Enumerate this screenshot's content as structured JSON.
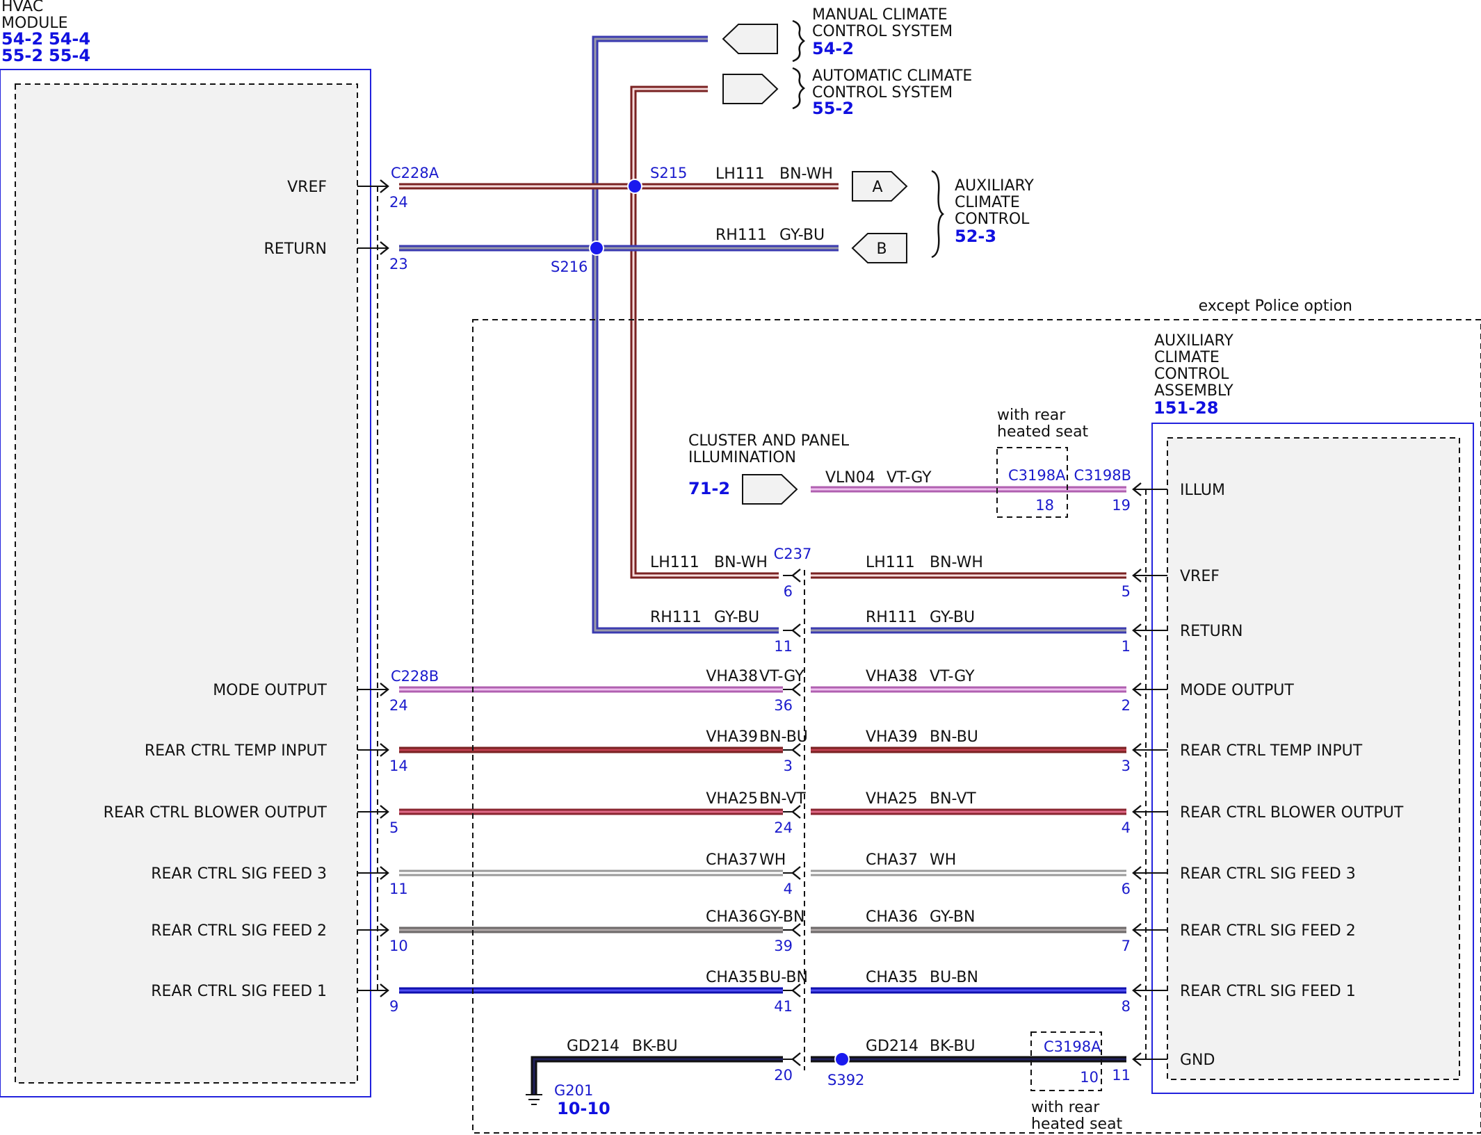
{
  "colors": {
    "BN-WH": [
      "#7a2222",
      "#f4dada"
    ],
    "GY-BU": [
      "#3b3bb0",
      "#9a9aa8"
    ],
    "VT-GY": [
      "#b060b0",
      "#eec0ee"
    ],
    "BN-BU": [
      "#7a2222",
      "#c04050"
    ],
    "BN-VT": [
      "#8a2530",
      "#e06a88"
    ],
    "WH": [
      "#9a9a9a",
      "#ffffff"
    ],
    "GY-BN": [
      "#6e6a6a",
      "#b0a8a8"
    ],
    "BU-BN": [
      "#1010b0",
      "#5050f0"
    ],
    "BK-BU": [
      "#111111",
      "#20205a"
    ],
    "ref_blue": "#1010e0",
    "splice_blue": "#1a1aee"
  },
  "hvac_module": {
    "title_lines": [
      "HVAC",
      "MODULE"
    ],
    "refs_row1": [
      "54-2",
      "54-4"
    ],
    "refs_row2": [
      "55-2",
      "55-4"
    ],
    "pins": [
      {
        "label": "VREF",
        "cav": "24",
        "connector": "C228A"
      },
      {
        "label": "RETURN",
        "cav": "23"
      },
      {
        "label": "MODE OUTPUT",
        "cav": "24",
        "connector": "C228B"
      },
      {
        "label": "REAR CTRL TEMP INPUT",
        "cav": "14"
      },
      {
        "label": "REAR CTRL BLOWER OUTPUT",
        "cav": "5"
      },
      {
        "label": "REAR CTRL SIG FEED 3",
        "cav": "11"
      },
      {
        "label": "REAR CTRL SIG FEED 2",
        "cav": "10"
      },
      {
        "label": "REAR CTRL SIG FEED 1",
        "cav": "9"
      }
    ]
  },
  "offpage": {
    "manual": {
      "lines": [
        "MANUAL CLIMATE",
        "CONTROL SYSTEM"
      ],
      "ref": "54-2"
    },
    "automatic": {
      "lines": [
        "AUTOMATIC CLIMATE",
        "CONTROL SYSTEM"
      ],
      "ref": "55-2"
    },
    "auxiliary": {
      "lines": [
        "AUXILIARY",
        "CLIMATE",
        "CONTROL"
      ],
      "ref": "52-3",
      "conn_a": "A",
      "conn_b": "B"
    },
    "cluster": {
      "lines": [
        "CLUSTER AND PANEL",
        "ILLUMINATION"
      ],
      "ref": "71-2"
    }
  },
  "splices": {
    "s215": "S215",
    "s216": "S216",
    "s392": "S392"
  },
  "top_wires": {
    "lh": {
      "circuit": "LH111",
      "color": "BN-WH"
    },
    "rh": {
      "circuit": "RH111",
      "color": "GY-BU"
    }
  },
  "police_note": "except Police option",
  "aux_assembly": {
    "title_lines": [
      "AUXILIARY",
      "CLIMATE",
      "CONTROL",
      "ASSEMBLY"
    ],
    "ref": "151-28",
    "pins": [
      {
        "label": "ILLUM",
        "cav": "19",
        "connector": "C3198B"
      },
      {
        "label": "VREF",
        "cav": "5"
      },
      {
        "label": "RETURN",
        "cav": "1"
      },
      {
        "label": "MODE OUTPUT",
        "cav": "2"
      },
      {
        "label": "REAR CTRL TEMP INPUT",
        "cav": "3"
      },
      {
        "label": "REAR CTRL BLOWER OUTPUT",
        "cav": "4"
      },
      {
        "label": "REAR CTRL SIG FEED 3",
        "cav": "6"
      },
      {
        "label": "REAR CTRL SIG FEED 2",
        "cav": "7"
      },
      {
        "label": "REAR CTRL SIG FEED 1",
        "cav": "8"
      },
      {
        "label": "GND",
        "cav": "11"
      }
    ]
  },
  "illum": {
    "circuit": "VLN04",
    "color": "VT-GY",
    "note_lines": [
      "with rear",
      "heated seat"
    ],
    "c3198a": "C3198A",
    "c3198a_cav": "18"
  },
  "c237": {
    "name": "C237",
    "rows": [
      {
        "circuit": "LH111",
        "color": "BN-WH",
        "cav": "6"
      },
      {
        "circuit": "RH111",
        "color": "GY-BU",
        "cav": "11"
      },
      {
        "circuit": "VHA38",
        "color": "VT-GY",
        "cav": "36"
      },
      {
        "circuit": "VHA39",
        "color": "BN-BU",
        "cav": "3"
      },
      {
        "circuit": "VHA25",
        "color": "BN-VT",
        "cav": "24"
      },
      {
        "circuit": "CHA37",
        "color": "WH",
        "cav": "4"
      },
      {
        "circuit": "CHA36",
        "color": "GY-BN",
        "cav": "39"
      },
      {
        "circuit": "CHA35",
        "color": "BU-BN",
        "cav": "41"
      },
      {
        "circuit": "GD214",
        "color": "BK-BU",
        "cav": "20"
      }
    ]
  },
  "ground": {
    "name": "G201",
    "ref": "10-10",
    "circuit": "GD214",
    "color": "BK-BU",
    "c3198a": "C3198A",
    "c3198a_cav": "10",
    "note_lines": [
      "with rear",
      "heated seat"
    ]
  }
}
